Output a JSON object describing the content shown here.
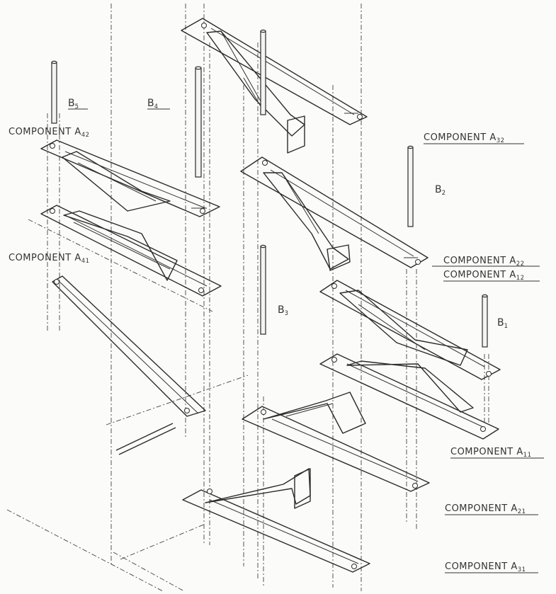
{
  "components": [
    {
      "id": "a42",
      "main": "COMPONENT A",
      "sub": "42"
    },
    {
      "id": "a41",
      "main": "COMPONENT A",
      "sub": "41"
    },
    {
      "id": "a32",
      "main": "COMPONENT A",
      "sub": "32"
    },
    {
      "id": "a22",
      "main": "COMPONENT A",
      "sub": "22"
    },
    {
      "id": "a12",
      "main": "COMPONENT A",
      "sub": "12"
    },
    {
      "id": "a11",
      "main": "COMPONENT A",
      "sub": "11"
    },
    {
      "id": "a21",
      "main": "COMPONENT A",
      "sub": "21"
    },
    {
      "id": "a31",
      "main": "COMPONENT A",
      "sub": "31"
    }
  ],
  "rods": [
    {
      "id": "b5",
      "main": "B",
      "sub": "5"
    },
    {
      "id": "b4",
      "main": "B",
      "sub": "4"
    },
    {
      "id": "b2",
      "main": "B",
      "sub": "2"
    },
    {
      "id": "b3",
      "main": "B",
      "sub": "3"
    },
    {
      "id": "b1",
      "main": "B",
      "sub": "1"
    }
  ]
}
